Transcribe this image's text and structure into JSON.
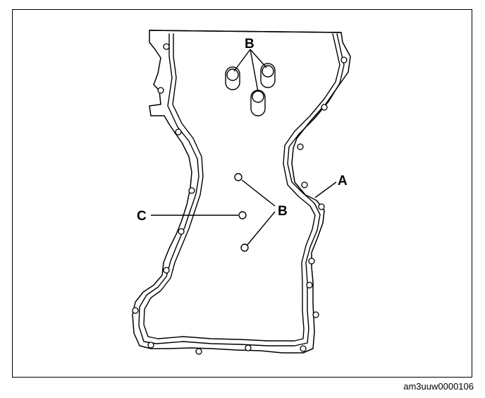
{
  "labels": {
    "gasket": "A",
    "bolt_top": "B",
    "bolt_middle": "B",
    "sealant": "C"
  },
  "caption": "am3uuw0000106"
}
